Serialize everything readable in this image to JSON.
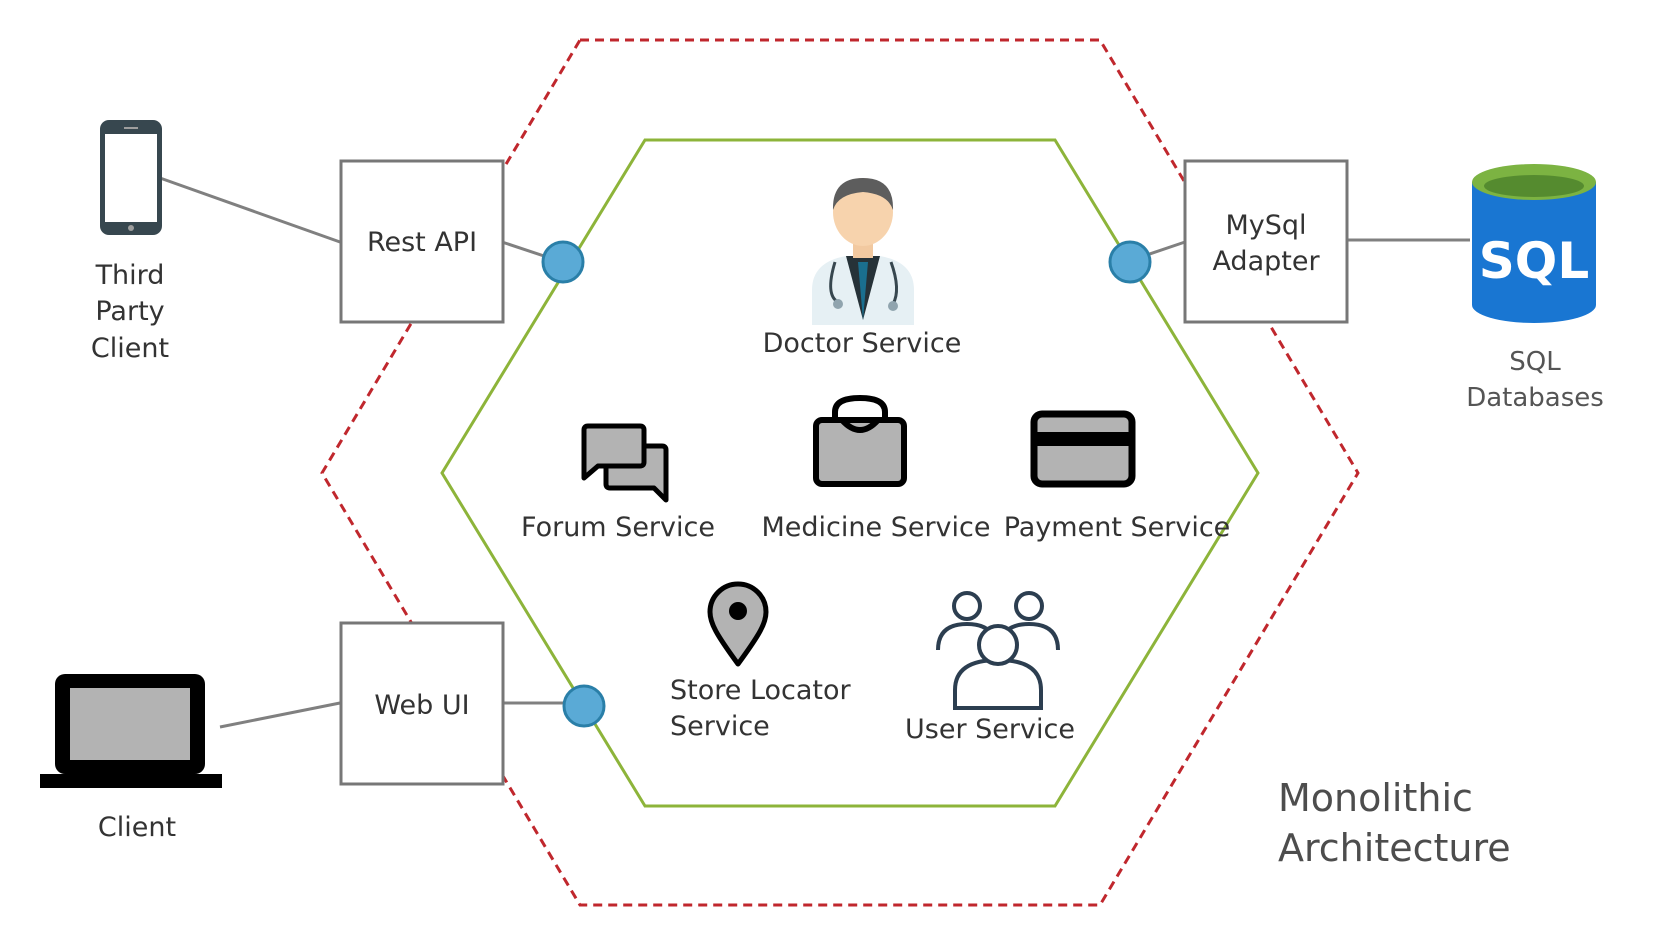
{
  "external": {
    "third_party": [
      "Third",
      "Party",
      "Client"
    ],
    "client": "Client",
    "sql_databases": [
      "SQL",
      "Databases"
    ]
  },
  "boxes": {
    "rest_api": "Rest API",
    "web_ui": "Web UI",
    "mysql_adapter": [
      "MySql",
      "Adapter"
    ]
  },
  "services": {
    "doctor": "Doctor Service",
    "forum": "Forum Service",
    "medicine": "Medicine Service",
    "payment": "Payment Service",
    "store_locator": [
      "Store Locator",
      "Service"
    ],
    "user": "User Service"
  },
  "sql_icon_text": "SQL",
  "title": [
    "Monolithic",
    "Architecture"
  ],
  "colors": {
    "outer_hexagon": "#c0272d",
    "inner_hexagon": "#8db43a",
    "port": "#5aaad6",
    "box_border": "#777777",
    "sql_blue": "#1976d2",
    "sql_green": "#7cb342"
  }
}
